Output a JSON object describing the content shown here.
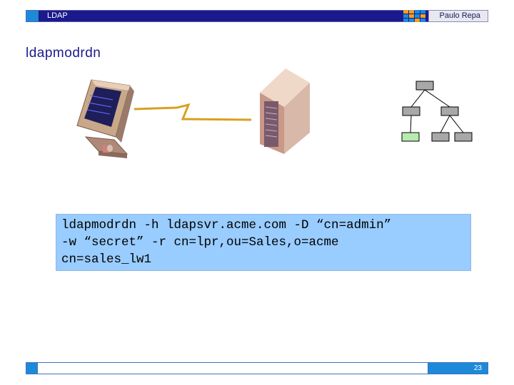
{
  "header": {
    "title": "LDAP",
    "author": "Paulo Repa"
  },
  "slide": {
    "title": "ldapmodrdn"
  },
  "command": {
    "lines": [
      "ldapmodrdn -h ldapsvr.acme.com -D “cn=admin”",
      "-w “secret” -r cn=lpr,ou=Sales,o=acme",
      "cn=sales_lw1"
    ]
  },
  "footer": {
    "page_number": "23"
  },
  "colors": {
    "header_bar": "#1a1a8c",
    "accent_blue": "#1c8ad8",
    "command_bg": "#99ccff",
    "tree_node": "#a8a8a8",
    "tree_node_highlight": "#b6ecae"
  },
  "icons": {
    "client": "computer-workstation-icon",
    "server": "server-tower-icon",
    "link": "network-link-icon",
    "tree": "directory-tree-icon"
  }
}
